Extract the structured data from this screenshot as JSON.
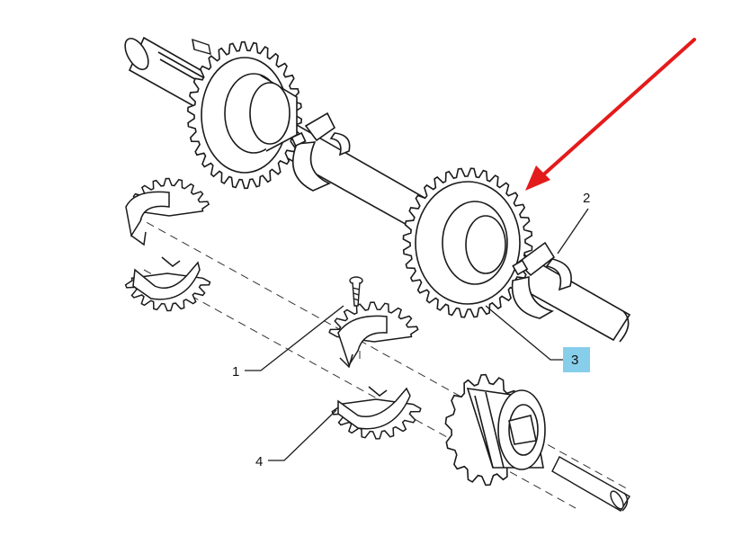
{
  "callouts": {
    "part_1": "1",
    "part_2": "2",
    "part_3": "3",
    "part_4": "4"
  },
  "colors": {
    "line": "#1a1a1a",
    "highlight": "#87ceeb",
    "arrow": "#e41b1b"
  }
}
